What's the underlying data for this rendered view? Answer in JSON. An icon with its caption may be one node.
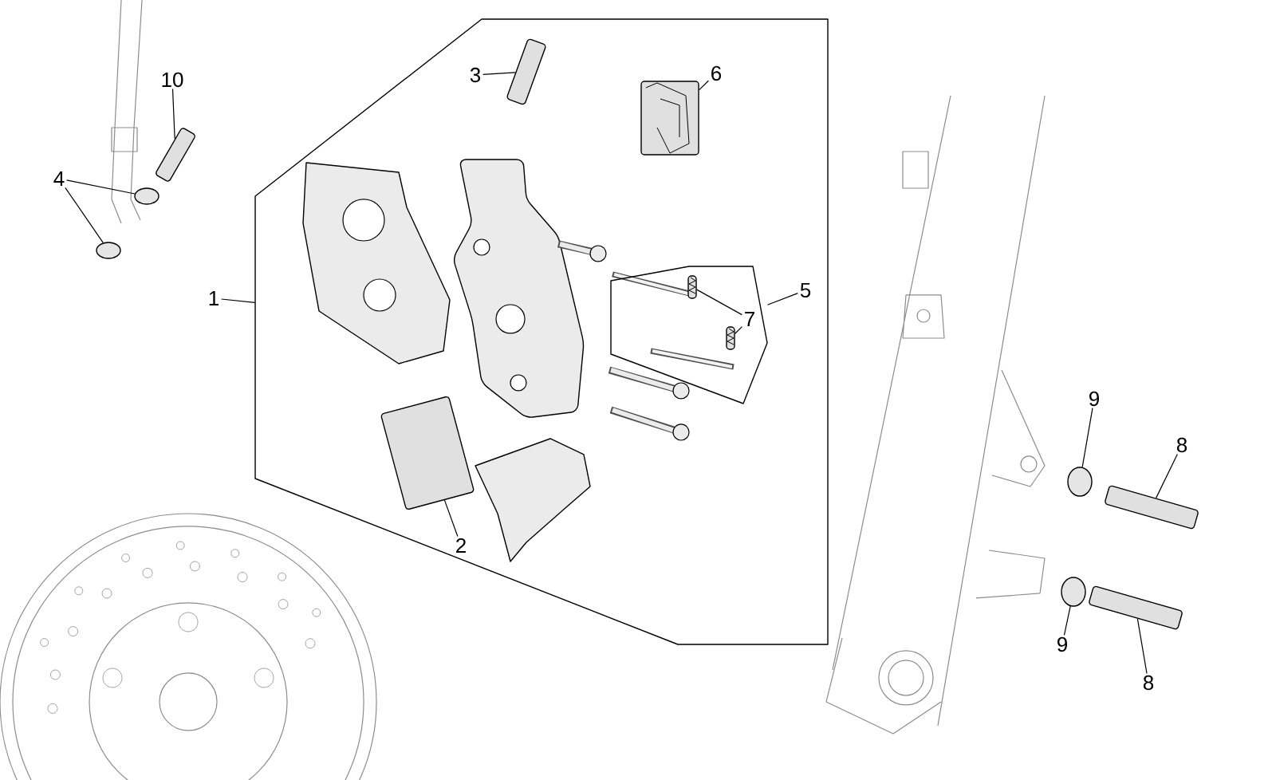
{
  "diagram": {
    "nodes": [
      {
        "text": [
          "10"
        ]
      },
      {
        "text": [
          "4"
        ]
      },
      {
        "text": [
          "3"
        ],
        "in": 15
      },
      {
        "text": [
          "6"
        ],
        "in": 15
      },
      {
        "text": [
          "1"
        ]
      },
      {
        "text": [
          "5"
        ],
        "in": 15
      },
      {
        "text": [
          "7"
        ],
        "in": 18
      },
      {
        "text": [
          "2"
        ],
        "in": 15
      },
      {
        "text": [
          "9"
        ]
      },
      {
        "text": [
          "8"
        ]
      },
      {
        "text": [
          "9"
        ]
      },
      {
        "text": [
          "8"
        ]
      },
      {
        "text": [],
        "shape": "picture"
      },
      {
        "text": [],
        "shape": "circle"
      },
      {
        "text": [],
        "shape": "circle"
      },
      {
        "text": [],
        "shape": "polygon"
      },
      {
        "text": [],
        "shape": "picture",
        "in": 15
      },
      {
        "text": [],
        "shape": "picture",
        "in": 15
      },
      {
        "text": [],
        "shape": "polygon",
        "in": 15
      },
      {
        "text": [],
        "shape": "picture",
        "in": 18
      },
      {
        "text": [],
        "shape": "picture",
        "in": 18
      },
      {
        "text": [],
        "shape": "picture",
        "in": 15
      },
      {
        "text": [],
        "shape": "circle"
      },
      {
        "text": [],
        "shape": "picture"
      },
      {
        "text": [],
        "shape": "circle"
      },
      {
        "text": [],
        "shape": "picture"
      }
    ],
    "edges": [
      {
        "from": 0,
        "to": 12,
        "arrow": "none"
      },
      {
        "from": 1,
        "to": 13,
        "arrow": "none"
      },
      {
        "from": 1,
        "to": 14,
        "arrow": "none"
      },
      {
        "from": 2,
        "to": 16,
        "arrow": "none"
      },
      {
        "from": 3,
        "to": 17,
        "arrow": "none"
      },
      {
        "from": 4,
        "to": 15,
        "arrow": "none"
      },
      {
        "from": 5,
        "to": 18,
        "arrow": "none"
      },
      {
        "from": 6,
        "to": 19,
        "arrow": "none"
      },
      {
        "from": 6,
        "to": 20,
        "arrow": "none"
      },
      {
        "from": 7,
        "to": 21,
        "arrow": "none"
      },
      {
        "from": 8,
        "to": 22,
        "arrow": "none"
      },
      {
        "from": 9,
        "to": 23,
        "arrow": "none"
      },
      {
        "from": 10,
        "to": 24,
        "arrow": "none"
      },
      {
        "from": 11,
        "to": 25,
        "arrow": "none"
      }
    ]
  }
}
